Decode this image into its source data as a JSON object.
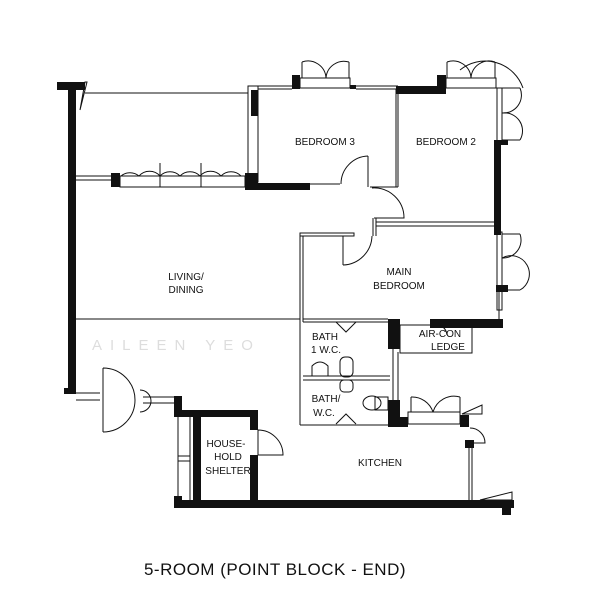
{
  "title": "5-ROOM (POINT BLOCK - END)",
  "watermark": "AILEEN YEO",
  "rooms": {
    "bedroom3": "BEDROOM 3",
    "bedroom2": "BEDROOM 2",
    "living_line1": "LIVING/",
    "living_line2": "DINING",
    "main_line1": "MAIN",
    "main_line2": "BEDROOM",
    "bath1_line1": "BATH",
    "bath1_line2": "1 W.C.",
    "bath2_line1": "BATH/",
    "bath2_line2": "W.C.",
    "aircon_line1": "AIR-CON",
    "aircon_line2": "LEDGE",
    "shelter_line1": "HOUSE-",
    "shelter_line2": "HOLD",
    "shelter_line3": "SHELTER",
    "kitchen": "KITCHEN"
  }
}
